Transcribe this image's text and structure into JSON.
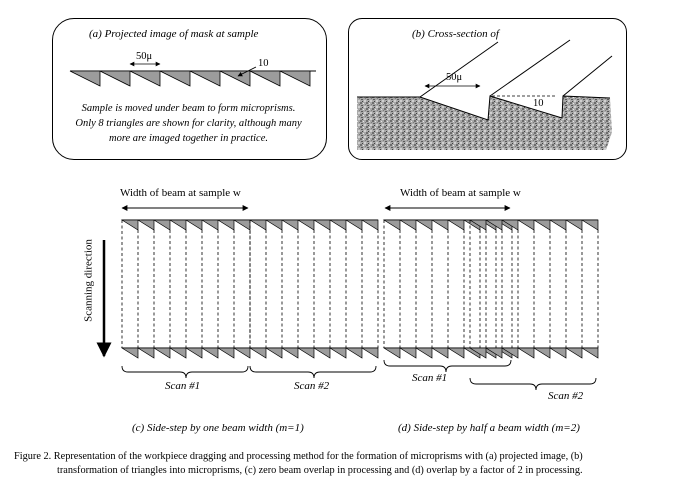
{
  "panel_a": {
    "title": "(a) Projected image of mask at sample",
    "dim_width": "50μ",
    "dim_angle": "10",
    "caption_line1": "Sample is moved under beam to form microprisms.",
    "caption_line2": "Only 8 triangles are shown for clarity, although many",
    "caption_line3": "more are imaged together in practice."
  },
  "panel_b": {
    "title": "(b) Cross-section of",
    "dim_width": "50μ",
    "dim_angle": "10"
  },
  "panel_c": {
    "beam_label": "Width of beam at sample  w",
    "scanning_label": "Scanning direction",
    "scan1": "Scan #1",
    "scan2": "Scan #2",
    "caption": "(c) Side-step by one beam width (m=1)"
  },
  "panel_d": {
    "beam_label": "Width of beam at sample  w",
    "scan1": "Scan #1",
    "scan2": "Scan #2",
    "caption": "(d) Side-step by half a beam width  (m=2)"
  },
  "figure_caption": {
    "line1": "Figure 2. Representation of the workpiece dragging and processing method for the formation of microprisms with (a) projected image, (b)",
    "line2": "transformation of triangles into microprisms, (c) zero beam overlap in processing and (d) overlap by a factor of 2 in  processing."
  }
}
